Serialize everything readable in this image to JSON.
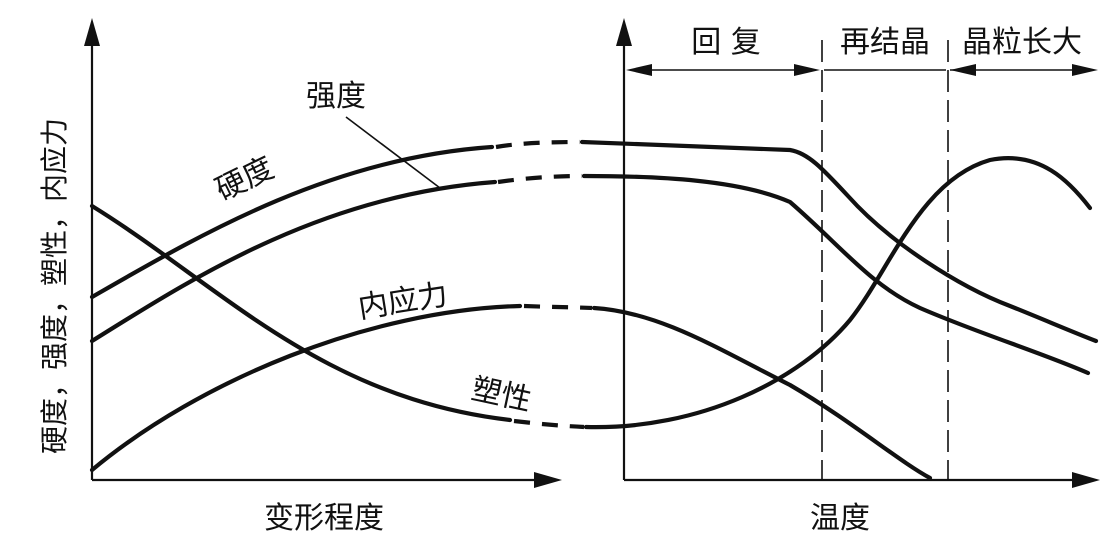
{
  "left_panel": {
    "y_axis_label": "硬度，强度，塑性，内应力",
    "x_axis_label": "变形程度",
    "curve_labels": {
      "hardness": "硬度",
      "strength": "强度",
      "internal_stress": "内应力",
      "plasticity": "塑性"
    }
  },
  "right_panel": {
    "x_axis_label": "温度",
    "stages": {
      "recovery": "回 复",
      "recrystallization": "再结晶",
      "grain_growth": "晶粒长大"
    }
  }
}
